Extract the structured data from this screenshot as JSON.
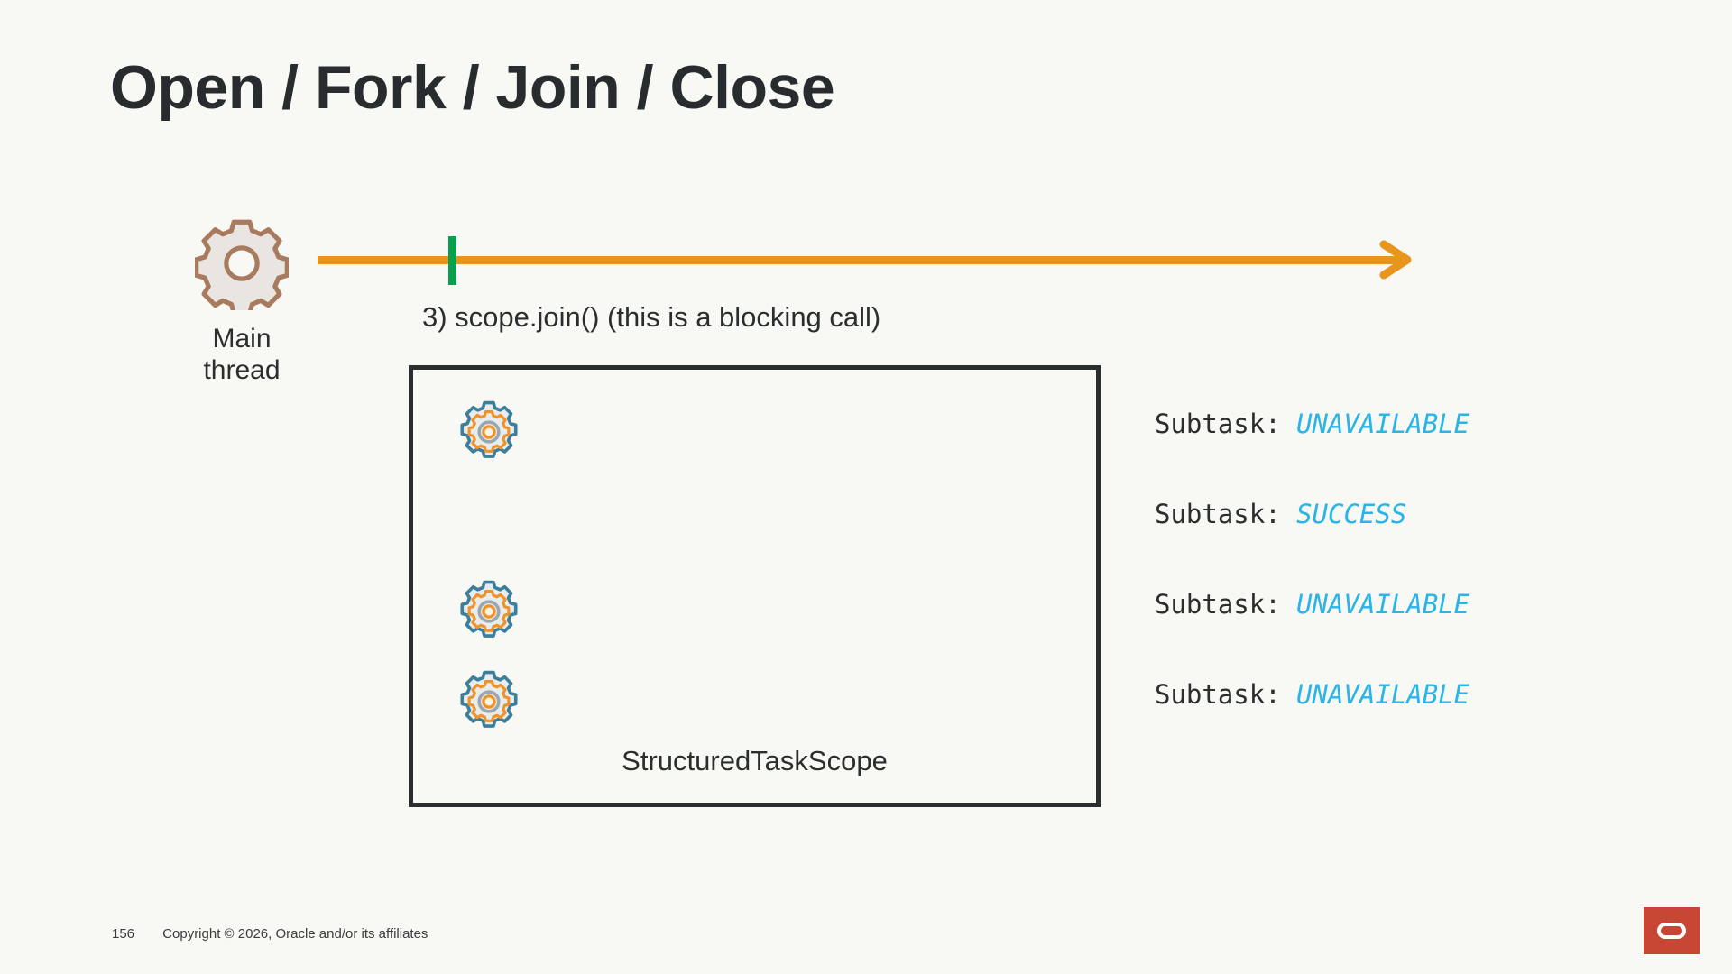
{
  "slide": {
    "title": "Open / Fork / Join / Close",
    "page_number": "156",
    "copyright": "Copyright © 2026, Oracle and/or its affiliates",
    "background_color": "#f8f8f5"
  },
  "main_thread": {
    "label": "Main\nthread",
    "gear_icon": "gear-icon",
    "gear_stroke_color": "#a97b5e",
    "gear_fill_color": "#e9e5e0"
  },
  "timeline": {
    "line_color": "#e8951e",
    "tick_color": "#09a04e",
    "arrow_icon": "arrow-right-icon",
    "caption": "3) scope.join() (this is a blocking call)"
  },
  "scope": {
    "label": "StructuredTaskScope",
    "border_color": "#2b2e2f",
    "subtask_gears": [
      {
        "icon": "gear-icon",
        "slot": 0
      },
      {
        "icon": "gear-icon",
        "slot": 1
      },
      {
        "icon": "gear-icon",
        "slot": 2
      }
    ],
    "gear_outer_color": "#3d7e9a",
    "gear_inner_color": "#f0922b"
  },
  "status_list": {
    "value_color": "#29b5e8",
    "rows": [
      {
        "label": "Subtask:",
        "value": "UNAVAILABLE"
      },
      {
        "label": "Subtask:",
        "value": "SUCCESS"
      },
      {
        "label": "Subtask:",
        "value": "UNAVAILABLE"
      },
      {
        "label": "Subtask:",
        "value": "UNAVAILABLE"
      }
    ]
  },
  "branding": {
    "logo_name": "oracle-logo",
    "logo_color": "#c74634"
  }
}
